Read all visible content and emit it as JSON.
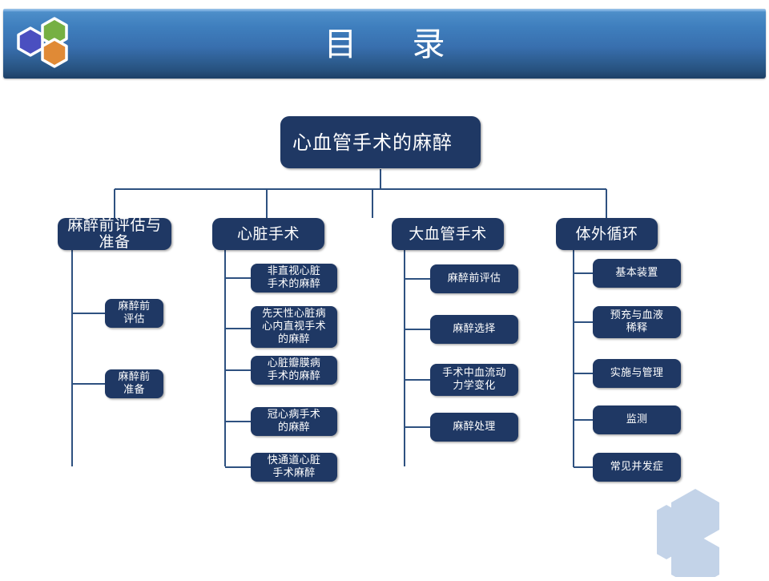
{
  "header": {
    "title": "目　录",
    "logo_icon": "hexagon-cluster-logo",
    "logo_colors": [
      "#4a4fc0",
      "#76b043",
      "#e08a36"
    ],
    "gradient_top": "#6ba3da",
    "gradient_bottom": "#1d3f66"
  },
  "decoration": {
    "hex_icon": "hexagon-cluster-decoration",
    "hex_color": "#c3d3e8"
  },
  "colors": {
    "node_fill": "#1f3864",
    "node_text": "#ffffff",
    "connector": "#2e5180",
    "background": "#ffffff"
  },
  "diagram": {
    "root": {
      "label": "心血管手术的麻醉"
    },
    "branches": [
      {
        "label": "麻醉前评估与\n准备",
        "children": [
          {
            "label": "麻醉前\n评估"
          },
          {
            "label": "麻醉前\n准备"
          }
        ]
      },
      {
        "label": "心脏手术",
        "children": [
          {
            "label": "非直视心脏\n手术的麻醉"
          },
          {
            "label": "先天性心脏病\n心内直视手术\n的麻醉"
          },
          {
            "label": "心脏瓣膜病\n手术的麻醉"
          },
          {
            "label": "冠心病手术\n的麻醉"
          },
          {
            "label": "快通道心脏\n手术麻醉"
          }
        ]
      },
      {
        "label": "大血管手术",
        "children": [
          {
            "label": "麻醉前评估"
          },
          {
            "label": "麻醉选择"
          },
          {
            "label": "手术中血流动\n力学变化"
          },
          {
            "label": "麻醉处理"
          }
        ]
      },
      {
        "label": "体外循环",
        "children": [
          {
            "label": "基本装置"
          },
          {
            "label": "预充与血液\n稀释"
          },
          {
            "label": "实施与管理"
          },
          {
            "label": "监测"
          },
          {
            "label": "常见并发症"
          }
        ]
      }
    ]
  }
}
